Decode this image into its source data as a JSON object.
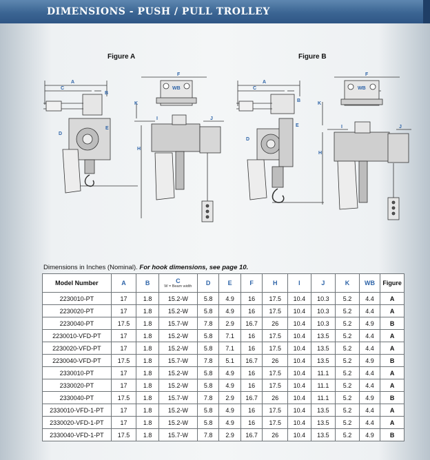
{
  "header": {
    "title": "DIMENSIONS - PUSH / PULL TROLLEY"
  },
  "figures": {
    "a": {
      "caption": "Figure A"
    },
    "b": {
      "caption": "Figure B"
    }
  },
  "labels": {
    "A": "A",
    "B": "B",
    "C": "C",
    "D": "D",
    "E": "E",
    "F": "F",
    "H": "H",
    "I": "I",
    "J": "J",
    "K": "K",
    "WB": "WB"
  },
  "note": {
    "text": "Dimensions in Inches (Nominal). ",
    "emphasis": "For hook dimensions, see page 10."
  },
  "table": {
    "headers": {
      "model": "Model Number",
      "a": "A",
      "b": "B",
      "c": "C",
      "c_sub": "W = Beam width",
      "d": "D",
      "e": "E",
      "f": "F",
      "h": "H",
      "i": "I",
      "j": "J",
      "k": "K",
      "wb": "WB",
      "fig": "Figure"
    },
    "rows": [
      [
        "2230010-PT",
        "17",
        "1.8",
        "15.2-W",
        "5.8",
        "4.9",
        "16",
        "17.5",
        "10.4",
        "10.3",
        "5.2",
        "4.4",
        "A"
      ],
      [
        "2230020-PT",
        "17",
        "1.8",
        "15.2-W",
        "5.8",
        "4.9",
        "16",
        "17.5",
        "10.4",
        "10.3",
        "5.2",
        "4.4",
        "A"
      ],
      [
        "2230040-PT",
        "17.5",
        "1.8",
        "15.7-W",
        "7.8",
        "2.9",
        "16.7",
        "26",
        "10.4",
        "10.3",
        "5.2",
        "4.9",
        "B"
      ],
      [
        "2230010-VFD-PT",
        "17",
        "1.8",
        "15.2-W",
        "5.8",
        "7.1",
        "16",
        "17.5",
        "10.4",
        "13.5",
        "5.2",
        "4.4",
        "A"
      ],
      [
        "2230020-VFD-PT",
        "17",
        "1.8",
        "15.2-W",
        "5.8",
        "7.1",
        "16",
        "17.5",
        "10.4",
        "13.5",
        "5.2",
        "4.4",
        "A"
      ],
      [
        "2230040-VFD-PT",
        "17.5",
        "1.8",
        "15.7-W",
        "7.8",
        "5.1",
        "16.7",
        "26",
        "10.4",
        "13.5",
        "5.2",
        "4.9",
        "B"
      ],
      [
        "2330010-PT",
        "17",
        "1.8",
        "15.2-W",
        "5.8",
        "4.9",
        "16",
        "17.5",
        "10.4",
        "11.1",
        "5.2",
        "4.4",
        "A"
      ],
      [
        "2330020-PT",
        "17",
        "1.8",
        "15.2-W",
        "5.8",
        "4.9",
        "16",
        "17.5",
        "10.4",
        "11.1",
        "5.2",
        "4.4",
        "A"
      ],
      [
        "2330040-PT",
        "17.5",
        "1.8",
        "15.7-W",
        "7.8",
        "2.9",
        "16.7",
        "26",
        "10.4",
        "11.1",
        "5.2",
        "4.9",
        "B"
      ],
      [
        "2330010-VFD-1-PT",
        "17",
        "1.8",
        "15.2-W",
        "5.8",
        "4.9",
        "16",
        "17.5",
        "10.4",
        "13.5",
        "5.2",
        "4.4",
        "A"
      ],
      [
        "2330020-VFD-1-PT",
        "17",
        "1.8",
        "15.2-W",
        "5.8",
        "4.9",
        "16",
        "17.5",
        "10.4",
        "13.5",
        "5.2",
        "4.4",
        "A"
      ],
      [
        "2330040-VFD-1-PT",
        "17.5",
        "1.8",
        "15.7-W",
        "7.8",
        "2.9",
        "16.7",
        "26",
        "10.4",
        "13.5",
        "5.2",
        "4.9",
        "B"
      ]
    ]
  },
  "colors": {
    "header_blue": "#3b6593",
    "label_blue": "#2e64a8"
  }
}
